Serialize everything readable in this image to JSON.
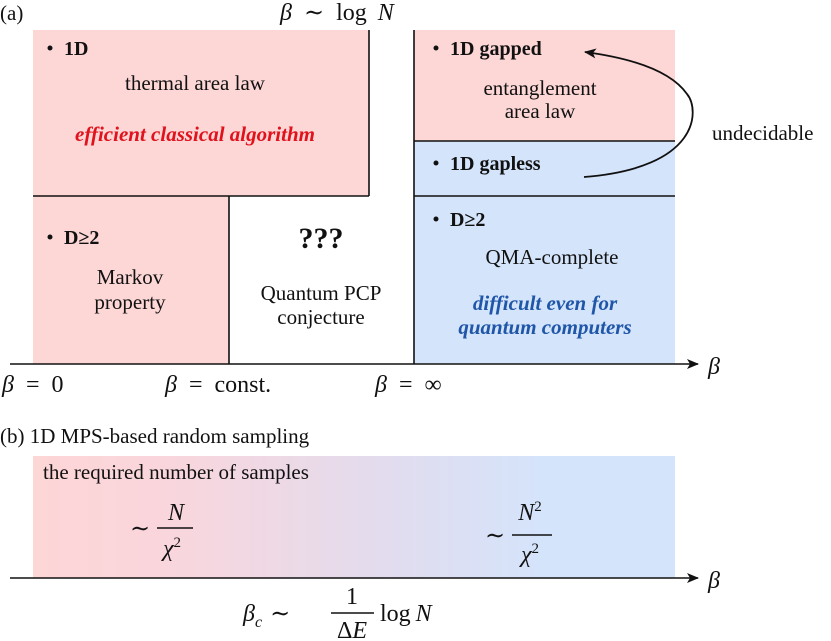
{
  "colors": {
    "pink": "#fdd6d6",
    "blue": "#d4e4fb",
    "red_text": "#e0121c",
    "blue_text": "#1f56a8",
    "line": "#111111"
  },
  "panel_a": {
    "label": "(a)",
    "top_marker": {
      "beta": "β",
      "sim": "∼",
      "log": "log",
      "var": "N"
    },
    "region_1d": {
      "title": "1D",
      "text": "thermal area law",
      "highlight": "efficient classical algorithm"
    },
    "region_1d_gapped": {
      "title": "1D gapped",
      "text_line1": "entanglement",
      "text_line2": "area law"
    },
    "region_1d_gapless": {
      "title": "1D gapless"
    },
    "undecidable": "undecidable",
    "region_d2_left": {
      "title": "D≥2",
      "text_line1": "Markov",
      "text_line2": "property"
    },
    "region_mid": {
      "title": "???",
      "text_line1": "Quantum PCP",
      "text_line2": "conjecture"
    },
    "region_d2_right": {
      "title": "D≥2",
      "text": "QMA-complete",
      "highlight_line1": "difficult even for",
      "highlight_line2": "quantum computers"
    },
    "axis": {
      "beta": "β",
      "eq": "=",
      "zero": "0",
      "const": "const.",
      "inf": "∞"
    }
  },
  "panel_b": {
    "label": "(b) 1D MPS-based random sampling",
    "header": "the required number of samples",
    "left_expr": {
      "sim": "∼",
      "num": "N",
      "den": "χ",
      "den_exp": "2"
    },
    "right_expr": {
      "sim": "∼",
      "num": "N",
      "num_exp": "2",
      "den": "χ",
      "den_exp": "2"
    },
    "axis_beta": "β",
    "beta_c": {
      "beta": "β",
      "sub": "c",
      "sim": "∼",
      "num": "1",
      "den_delta": "Δ",
      "den_var": "E",
      "log": "log",
      "var": "N"
    }
  }
}
